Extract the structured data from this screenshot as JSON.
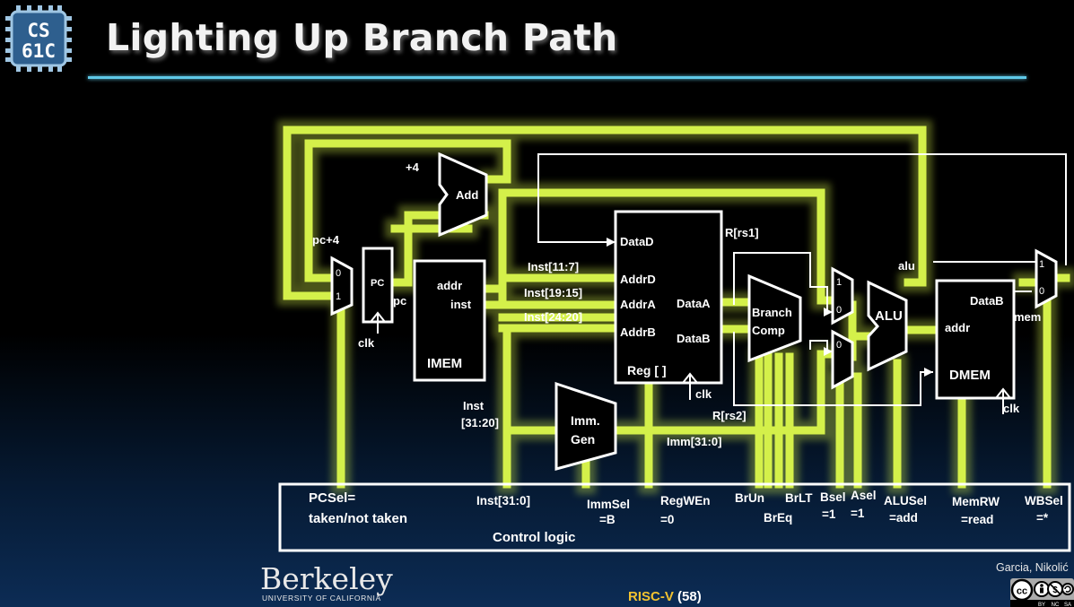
{
  "header": {
    "logo_line1": "CS",
    "logo_line2": "61C",
    "title": "Lighting Up Branch Path"
  },
  "footer": {
    "institution": "Berkeley",
    "institution_sub": "UNIVERSITY OF CALIFORNIA",
    "course": "RISC-V",
    "slide_number": "(58)",
    "author": "Garcia, Nikolić",
    "license": {
      "by": "BY",
      "nc": "NC",
      "sa": "SA"
    }
  },
  "colors": {
    "highlight": "#d4f04a",
    "wire": "#ffffff",
    "title_rule": "#5fc9e8",
    "course_text": "#f2c230"
  },
  "diagram": {
    "plus4": "+4",
    "adder": "Add",
    "pc4": "pc+4",
    "mux_pc": {
      "in0": "0",
      "in1": "1"
    },
    "pc_reg": "PC",
    "pc_out": "pc",
    "clk": "clk",
    "imem": {
      "addr": "addr",
      "inst": "inst",
      "name": "IMEM"
    },
    "fields": {
      "rd": "Inst[11:7]",
      "rs1": "Inst[19:15]",
      "rs2": "Inst[24:20]",
      "imm_a": "Inst",
      "imm_b": "[31:20]"
    },
    "regfile": {
      "datad": "DataD",
      "addrd": "AddrD",
      "addra": "AddrA",
      "addrb": "AddrB",
      "dataa": "DataA",
      "datab": "DataB",
      "name": "Reg [ ]"
    },
    "rs1": "R[rs1]",
    "rs2": "R[rs2]",
    "branch": {
      "line1": "Branch",
      "line2": "Comp"
    },
    "immgen": {
      "line1": "Imm.",
      "line2": "Gen"
    },
    "imm_out": "Imm[31:0]",
    "mux_a": {
      "in1": "1",
      "in0": "0"
    },
    "mux_b": {
      "in0": "0"
    },
    "alu": "ALU",
    "alu_out": "alu",
    "dmem": {
      "datab": "DataB",
      "addr": "addr",
      "name": "DMEM"
    },
    "mem": "mem",
    "mux_wb": {
      "in1": "1",
      "in0": "0"
    }
  },
  "control": {
    "pcsel_1": "PCSel=",
    "pcsel_2": "taken/not taken",
    "inst": "Inst[31:0]",
    "title": "Control logic",
    "immsel_1": "ImmSel",
    "immsel_2": "=B",
    "regwen_1": "RegWEn",
    "regwen_2": "=0",
    "brun": "BrUn",
    "breq": "BrEq",
    "brlt": "BrLT",
    "bsel_1": "Bsel",
    "bsel_2": "=1",
    "asel_1": "Asel",
    "asel_2": "=1",
    "alusel_1": "ALUSel",
    "alusel_2": "=add",
    "memrw_1": "MemRW",
    "memrw_2": "=read",
    "wbsel_1": "WBSel",
    "wbsel_2": "=*"
  }
}
